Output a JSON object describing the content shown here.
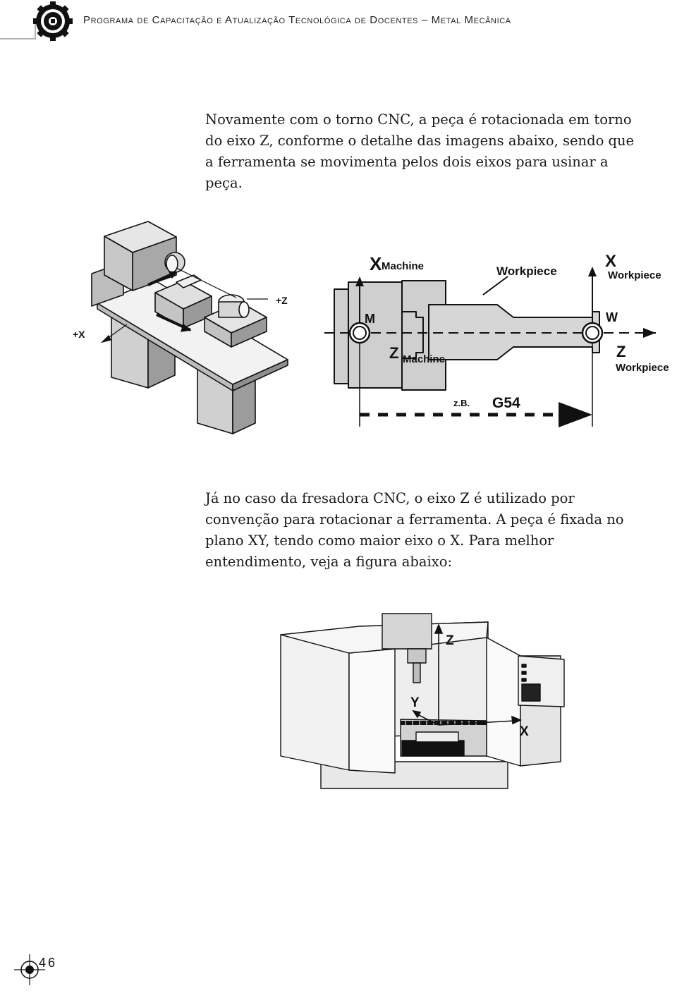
{
  "header": {
    "running_title": "Programa de Capacitação e Atualização Tecnológica de Docentes – Metal Mecânica",
    "logo_icon": "gear-logo-icon"
  },
  "body": {
    "paragraph_1": "Novamente com o torno CNC, a peça é rotacionada em torno do eixo Z, conforme o detalhe das imagens abaixo, sendo que a ferramenta se movimenta pelos dois eixos para usinar a peça.",
    "paragraph_2": "Já no caso da fresadora CNC, o eixo Z é utilizado por convenção para rotacionar a ferramenta. A peça é fixada no plano XY, tendo como maior eixo o X. Para melhor entendimento, veja a figura abaixo:"
  },
  "lathe_figure": {
    "plus_z": "+Z",
    "plus_x": "+X"
  },
  "coordinate_figure": {
    "x_letter": "X",
    "machine_sub": "Machine",
    "workpiece_label": "Workpiece",
    "x_workpiece_sub": "Workpiece",
    "m_label": "M",
    "w_label": "W",
    "z_letter": "Z",
    "z_machine_sub": "Machine",
    "z_workpiece_sub": "Workpiece",
    "zb_label": "z.B.",
    "g54_label": "G54"
  },
  "mill_figure": {
    "z_axis": "Z",
    "y_axis": "Y",
    "x_axis": "X"
  },
  "footer": {
    "page_number": "46"
  }
}
